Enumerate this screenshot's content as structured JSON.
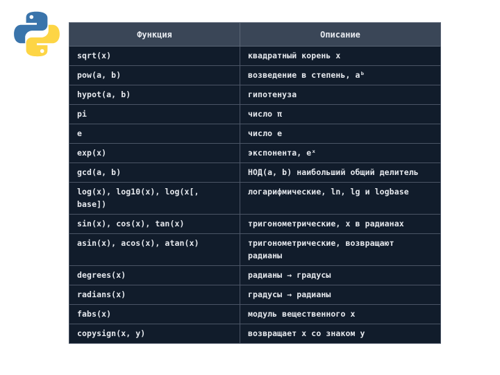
{
  "table": {
    "headers": [
      "Функция",
      "Описание"
    ],
    "rows": [
      {
        "func": "sqrt(x)",
        "desc": "квадратный корень x"
      },
      {
        "func": "pow(a, b)",
        "desc": "возведение в степень, aᵇ"
      },
      {
        "func": "hypot(a, b)",
        "desc": "гипотенуза"
      },
      {
        "func": "pi",
        "desc": "число π"
      },
      {
        "func": "e",
        "desc": "число e"
      },
      {
        "func": "exp(x)",
        "desc": "экспонента, eˣ"
      },
      {
        "func": "gcd(a, b)",
        "desc": "НОД(a, b) наибольший общий делитель"
      },
      {
        "func": "log(x), log10(x), log(x[, base])",
        "desc": "логарифмические, ln, lg и logbase"
      },
      {
        "func": "sin(x), cos(x), tan(x)",
        "desc": "тригонометрические, x в радианах"
      },
      {
        "func": "asin(x), acos(x), atan(x)",
        "desc": "тригонометрические, возвращают радианы"
      },
      {
        "func": "degrees(x)",
        "desc": "радианы → градусы"
      },
      {
        "func": "radians(x)",
        "desc": "градусы → радианы"
      },
      {
        "func": "fabs(x)",
        "desc": "модуль вещественного x"
      },
      {
        "func": "copysign(x, y)",
        "desc": "возвращает x со знаком y"
      }
    ]
  },
  "logo": {
    "icon": "python-logo",
    "colors": {
      "blue": "#3a74ab",
      "yellow": "#fdd545"
    }
  },
  "colors": {
    "table_bg": "#111c2b",
    "header_bg": "#3a4657",
    "text": "#e6e9ee"
  }
}
